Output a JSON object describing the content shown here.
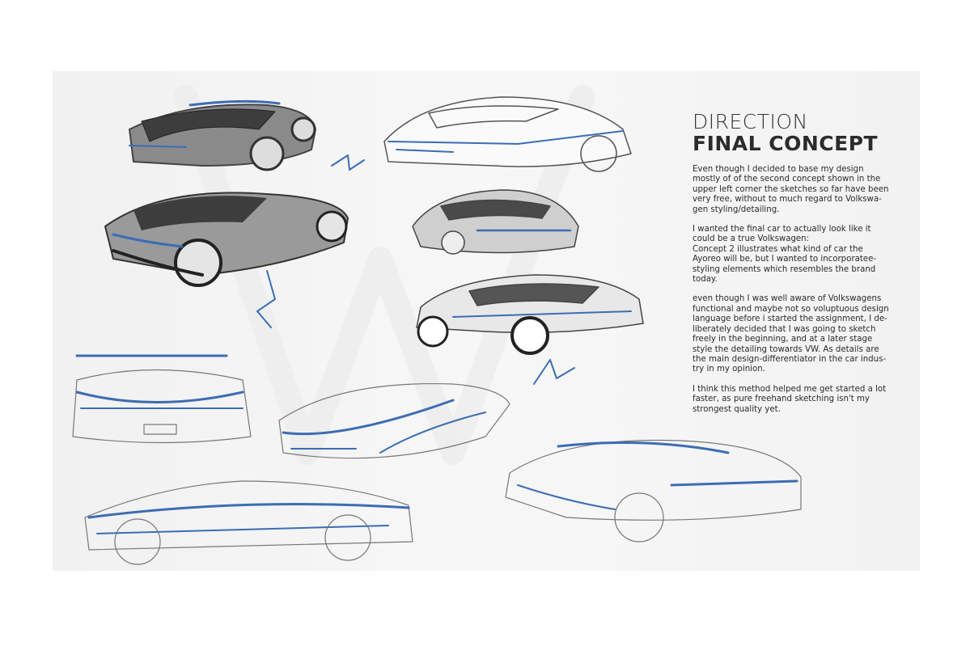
{
  "heading": {
    "line1": "DIRECTION",
    "line2": "FINAL CONCEPT"
  },
  "paragraphs": [
    [
      "Even though I decided to base my design",
      "mostly of of the second concept shown in the",
      "upper left corner the sketches so far have been",
      "very free, without to much regard to Volkswa-",
      "gen styling/detailing."
    ],
    [
      "I wanted the final car to actually look like it",
      "could be a true Volkswagen:",
      "Concept 2 illustrates what kind of car the",
      "Ayoreo will be, but I wanted to incorporatee-",
      "styling elements which resembles the brand",
      "today."
    ],
    [
      "even though I was well aware of Volkswagens",
      "functional and maybe not so voluptuous design",
      "language before i started the assignment, I de-",
      "liberately decided that I was going to sketch",
      "freely in the beginning, and at a later stage",
      "style the detailing towards VW. As details are",
      "the main design-differentiator in the car indus-",
      "try in my opinion."
    ],
    [
      "I think this method helped me get started a lot",
      "faster, as pure freehand sketching isn't my",
      "strongest quality yet."
    ]
  ],
  "colors": {
    "accent_blue": "#3b6db3",
    "sketch_gray": "#6e6e6e",
    "shade": "#555555"
  }
}
